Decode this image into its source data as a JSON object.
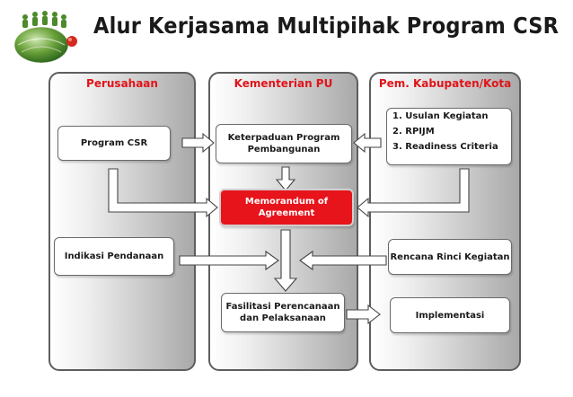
{
  "title": "Alur Kerjasama Multipihak Program CSR",
  "columns": [
    {
      "label": "Perusahaan"
    },
    {
      "label": "Kementerian PU"
    },
    {
      "label": "Pem. Kabupaten/Kota"
    }
  ],
  "nodes": {
    "program_csr": "Program CSR",
    "indikasi_pendanaan": "Indikasi Pendanaan",
    "keterpaduan_line1": "Keterpaduan  Program",
    "keterpaduan_line2": "Pembangunan",
    "mou_line1": "Memorandum of",
    "mou_line2": "Agreement",
    "fasilitasi_line1": "Fasilitasi Perencanaan",
    "fasilitasi_line2": "dan Pelaksanaan",
    "usulan_items": [
      "1. Usulan Kegiatan",
      "2. RPIJM",
      "3. Readiness Criteria"
    ],
    "rencana_rinci": "Rencana Rinci Kegiatan",
    "implementasi": "Implementasi"
  },
  "colors": {
    "accent_red": "#e8141b",
    "heading_red": "#e0141a",
    "column_border": "#5e5e5e"
  }
}
